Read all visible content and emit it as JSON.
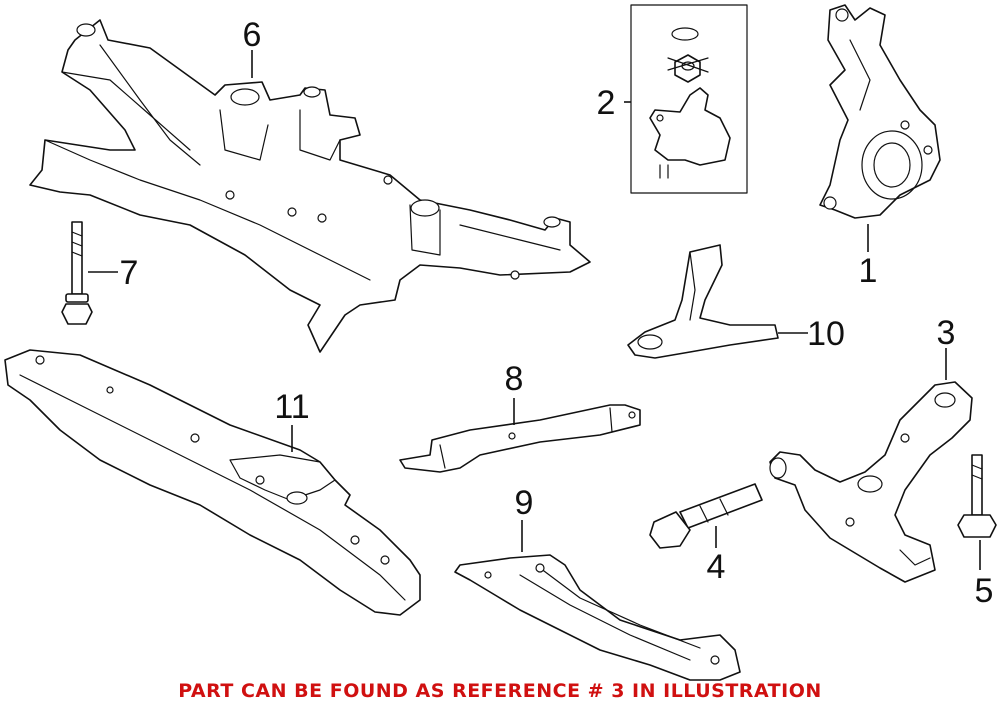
{
  "callouts": {
    "c1": "1",
    "c2": "2",
    "c3": "3",
    "c4": "4",
    "c5": "5",
    "c6": "6",
    "c7": "7",
    "c8": "8",
    "c9": "9",
    "c10": "10",
    "c11": "11"
  },
  "notice": "PART CAN BE FOUND AS REFERENCE # 3 IN ILLUSTRATION",
  "colors": {
    "line": "#111111",
    "notice": "#d01010",
    "background": "#ffffff"
  }
}
